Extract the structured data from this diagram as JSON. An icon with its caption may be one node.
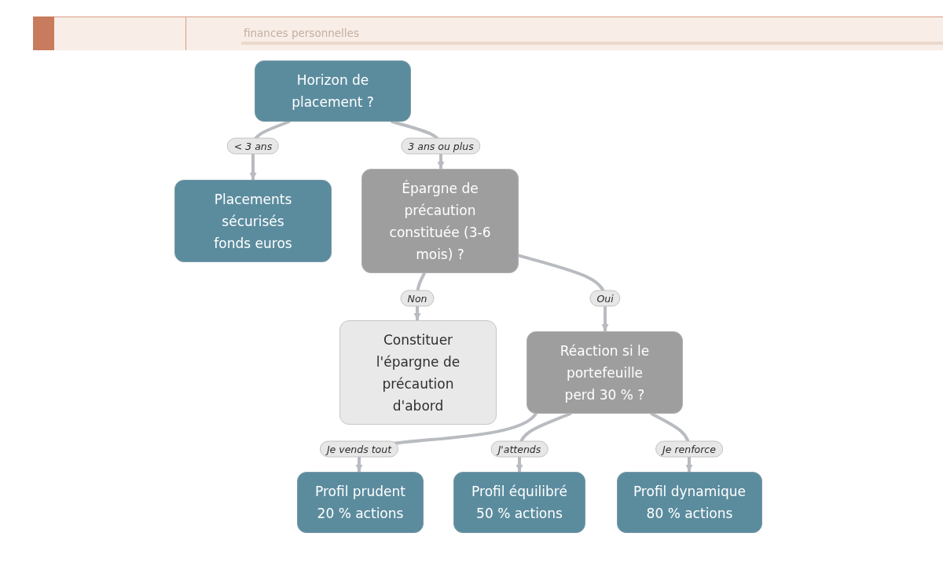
{
  "diagram": {
    "nodes": [
      {
        "text": [
          "Horizon de placement ?"
        ]
      },
      {
        "text": [
          "Placements sécurisés fonds euros"
        ]
      },
      {
        "text": [
          "Épargne de précaution constituée (3-6 mois) ?"
        ]
      },
      {
        "text": [
          "Constituer l'épargne de précaution d'abord"
        ]
      },
      {
        "text": [
          "Réaction si le portefeuille perd 30 % ?"
        ]
      },
      {
        "text": [
          "Profil prudent 20 % actions"
        ]
      },
      {
        "text": [
          "Profil équilibré 50 % actions"
        ]
      },
      {
        "text": [
          "Profil dynamique 80 % actions"
        ]
      }
    ],
    "edges": [
      {
        "from": 0,
        "to": 1,
        "arrow": "to",
        "label": "< 3 ans"
      },
      {
        "from": 0,
        "to": 2,
        "arrow": "to",
        "label": "3 ans ou plus"
      },
      {
        "from": 2,
        "to": 3,
        "arrow": "to",
        "label": "Non"
      },
      {
        "from": 2,
        "to": 4,
        "arrow": "to",
        "label": "Oui"
      },
      {
        "from": 4,
        "to": 5,
        "arrow": "to",
        "label": "Je vends tout"
      },
      {
        "from": 4,
        "to": 6,
        "arrow": "to",
        "label": "J'attends"
      },
      {
        "from": 4,
        "to": 7,
        "arrow": "to",
        "label": "Je renforce"
      }
    ],
    "labels": [
      "finances personnelles"
    ]
  }
}
